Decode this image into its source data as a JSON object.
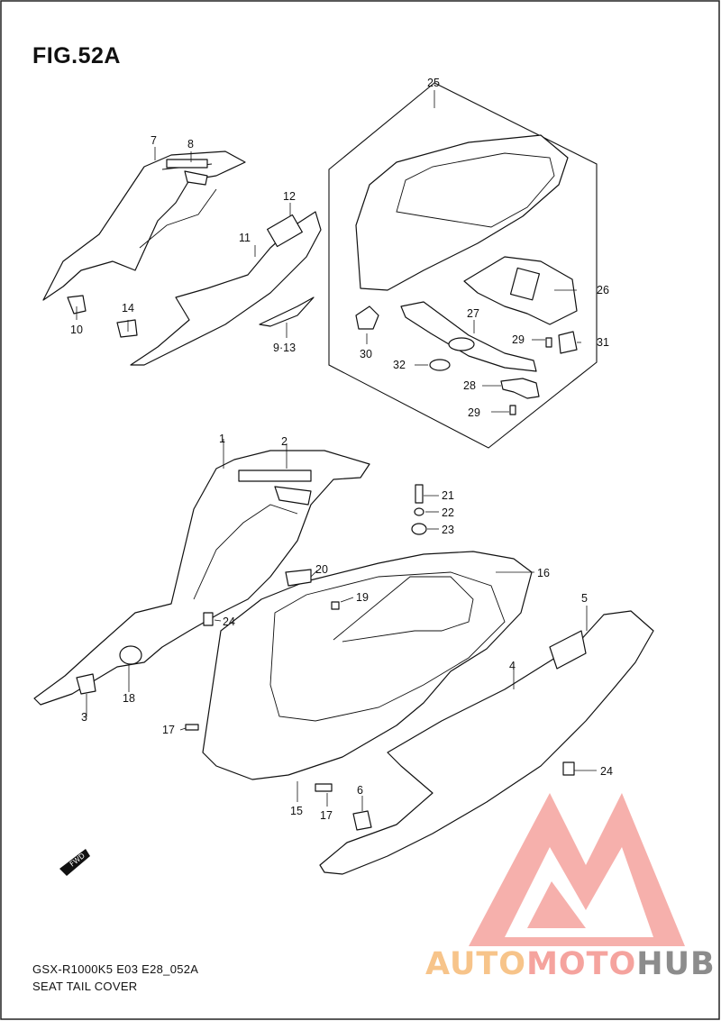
{
  "figure": {
    "title": "FIG.52A",
    "code": "GSX-R1000K5 E03 E28_052A",
    "name": "SEAT TAIL COVER"
  },
  "fwd_label": "FWD",
  "watermark": {
    "part_a": "AUTO",
    "part_b": "MOTO",
    "part_c": "HUB",
    "colors": {
      "auto": "#f7c48a",
      "moto": "#f5a39e",
      "hub": "#8c8c8c",
      "logo": "#f08a86"
    }
  },
  "callouts": {
    "c1": "1",
    "c2": "2",
    "c3": "3",
    "c4": "4",
    "c5": "5",
    "c6": "6",
    "c7": "7",
    "c8": "8",
    "c9_13": "9·13",
    "c10": "10",
    "c11": "11",
    "c12": "12",
    "c14": "14",
    "c15": "15",
    "c16": "16",
    "c17a": "17",
    "c17b": "17",
    "c18": "18",
    "c19": "19",
    "c20": "20",
    "c21": "21",
    "c22": "22",
    "c23": "23",
    "c24a": "24",
    "c24b": "24",
    "c25": "25",
    "c26": "26",
    "c27": "27",
    "c28": "28",
    "c29a": "29",
    "c29b": "29",
    "c30": "30",
    "c31": "31",
    "c32": "32"
  }
}
